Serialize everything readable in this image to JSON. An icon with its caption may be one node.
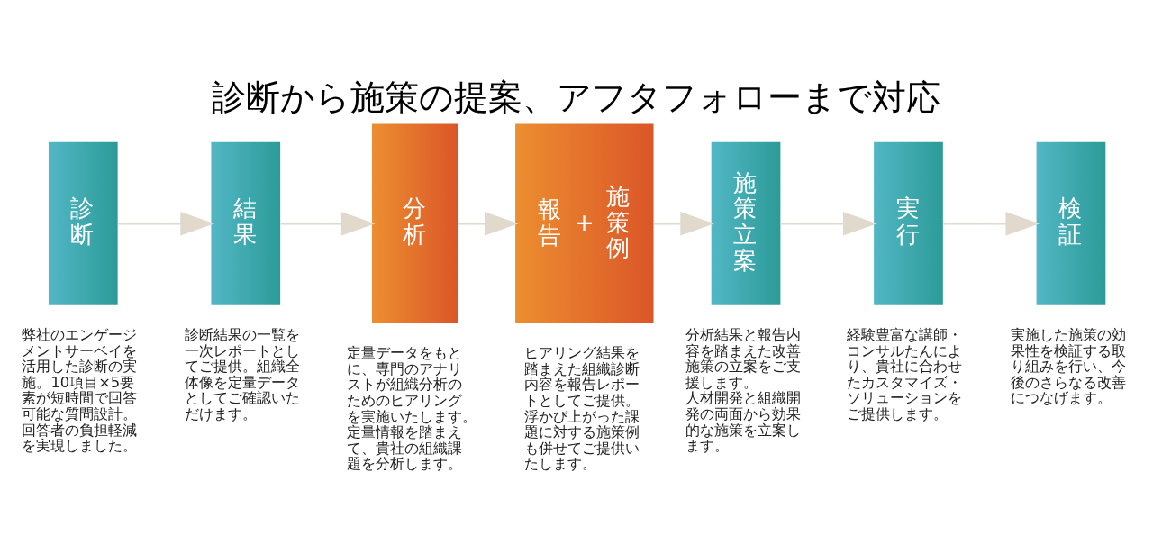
{
  "diagram": {
    "title": "診断から施策の提案、アフタフォローまで対応",
    "nodes": [
      {
        "text": [
          "診断"
        ],
        "beside": [
          "弊社のエンゲージメントサーベイを活用した診断の実施。10項目×5要素が短時間で回答可能な質問設計。回答者の負担軽減を実現しました。"
        ]
      },
      {
        "text": [
          "結果"
        ],
        "beside": [
          "診断結果の一覧を一次レポートとしてご提供。組織全体像を定量データとしてご確認いただけます。"
        ]
      },
      {
        "text": [
          "分析"
        ],
        "beside": [
          "定量データをもとに、専門のアナリストが組織分析のためのヒアリングを実施いたします。定量情報を踏まえて、貴社の組織課題を分析します。"
        ]
      },
      {
        "text": [
          "報告",
          "+",
          "施策例"
        ],
        "beside": [
          "ヒアリング結果を踏まえた組織診断内容を報告レポートとしてご提供。浮かび上がった課題に対する施策例も併せてご提供いたします。"
        ]
      },
      {
        "text": [
          "施策立案"
        ],
        "beside": [
          "分析結果と報告内容を踏まえた改善施策の立案をご支援します。",
          "人材開発と組織開発の両面から効果的な施策を立案します。"
        ]
      },
      {
        "text": [
          "実行"
        ],
        "beside": [
          "経験豊富な講師・コンサルたんにより、貴社に合わせたカスタマイズ・ソリューションをご提供します。"
        ]
      },
      {
        "text": [
          "検証"
        ],
        "beside": [
          "実施した施策の効果性を検証する取り組みを行い、今後のさらなる改善につなげます。"
        ]
      }
    ],
    "edges": [
      {
        "from": 0,
        "to": 1,
        "arrow": "to"
      },
      {
        "from": 1,
        "to": 2,
        "arrow": "to"
      },
      {
        "from": 2,
        "to": 3,
        "arrow": "to"
      },
      {
        "from": 3,
        "to": 4,
        "arrow": "to"
      },
      {
        "from": 4,
        "to": 5,
        "arrow": "to"
      },
      {
        "from": 5,
        "to": 6,
        "arrow": "to"
      }
    ]
  }
}
